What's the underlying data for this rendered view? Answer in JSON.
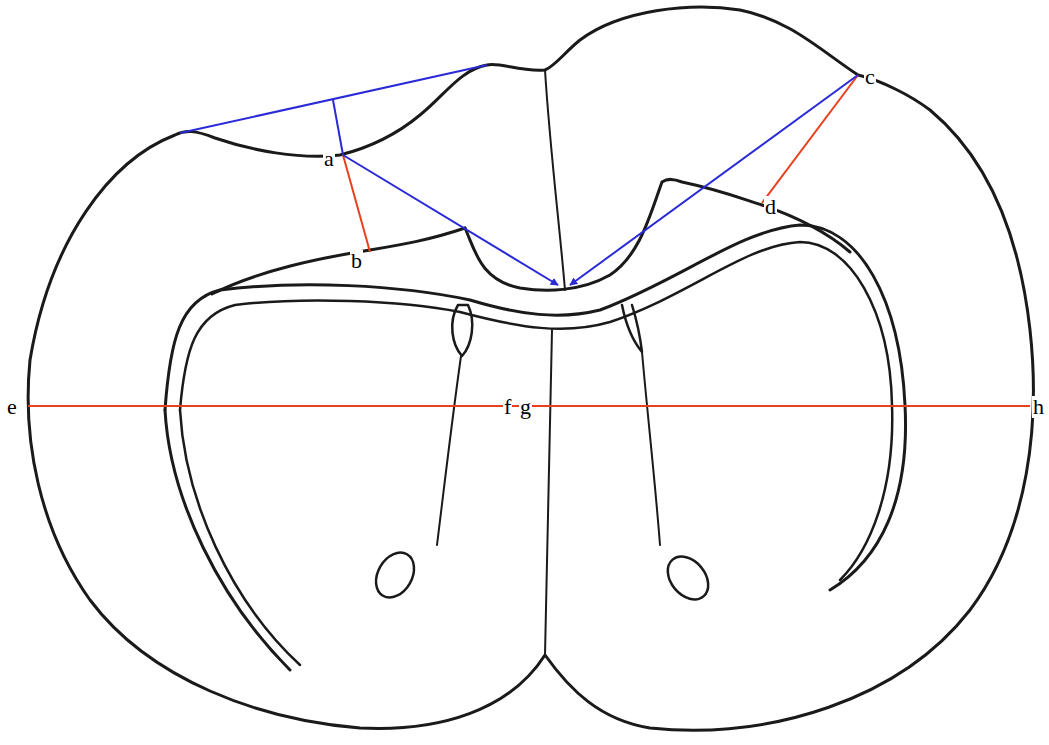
{
  "diagram": {
    "labels": [
      "a",
      "b",
      "c",
      "d",
      "e",
      "f",
      "g",
      "h"
    ]
  }
}
